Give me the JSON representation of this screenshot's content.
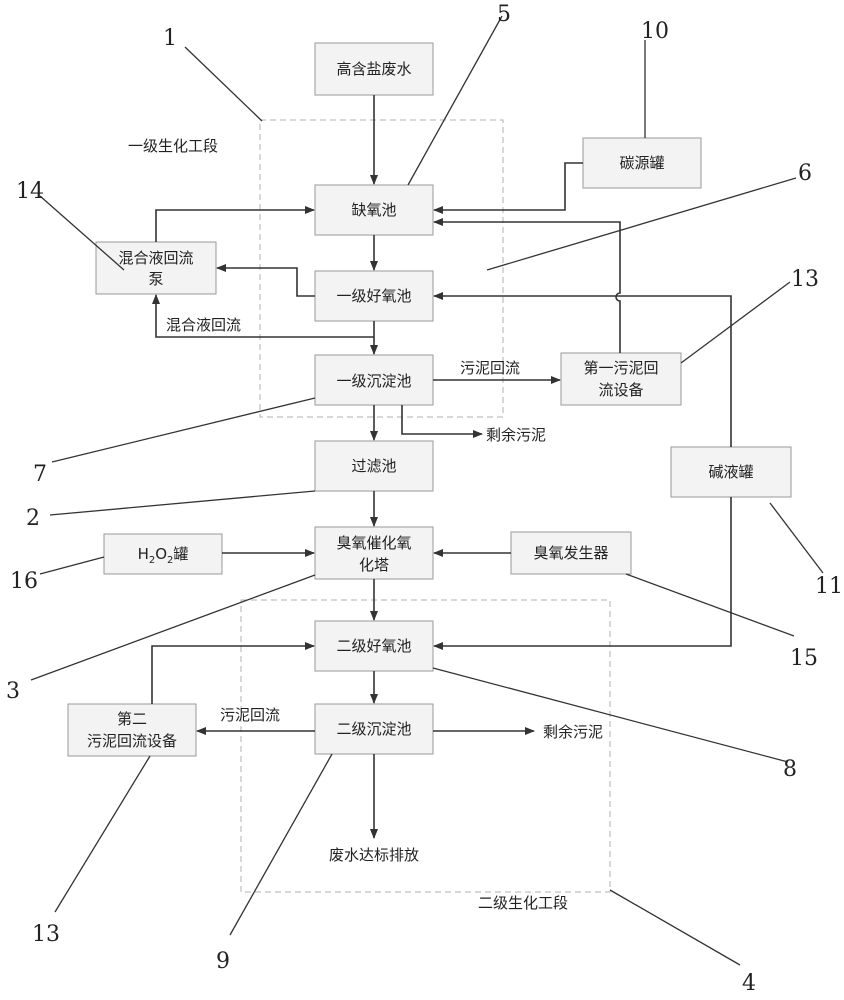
{
  "diagram": {
    "sections": {
      "stage1": "一级生化工段",
      "stage2": "二级生化工段"
    },
    "boxes": {
      "high_salt_wastewater": "高含盐废水",
      "carbon_tank": "碳源罐",
      "anoxic_tank": "缺氧池",
      "mix_pump_line1": "混合液回流",
      "mix_pump_line2": "泵",
      "aerobic1": "一级好氧池",
      "sed1": "一级沉淀池",
      "sludge_return1_line1": "第一污泥回",
      "sludge_return1_line2": "流设备",
      "filter": "过滤池",
      "alkali_tank": "碱液罐",
      "h2o2_h": "H",
      "h2o2_sub1": "2",
      "h2o2_o": "O",
      "h2o2_sub2": "2",
      "h2o2_tank": "罐",
      "ozone_tower_line1": "臭氧催化氧",
      "ozone_tower_line2": "化塔",
      "ozone_generator": "臭氧发生器",
      "aerobic2": "二级好氧池",
      "sludge_return2_line1": "第二",
      "sludge_return2_line2": "污泥回流设备",
      "sed2": "二级沉淀池"
    },
    "flow_labels": {
      "mixed_liquor_return": "混合液回流",
      "sludge_return_1": "污泥回流",
      "excess_sludge_1": "剩余污泥",
      "sludge_return_2": "污泥回流",
      "excess_sludge_2": "剩余污泥",
      "discharge": "废水达标排放"
    },
    "numbers": {
      "n1": "1",
      "n2": "2",
      "n3": "3",
      "n4": "4",
      "n5": "5",
      "n6": "6",
      "n7": "7",
      "n8": "8",
      "n9": "9",
      "n10": "10",
      "n11": "11",
      "n13a": "13",
      "n13b": "13",
      "n14": "14",
      "n15": "15",
      "n16": "16"
    }
  }
}
